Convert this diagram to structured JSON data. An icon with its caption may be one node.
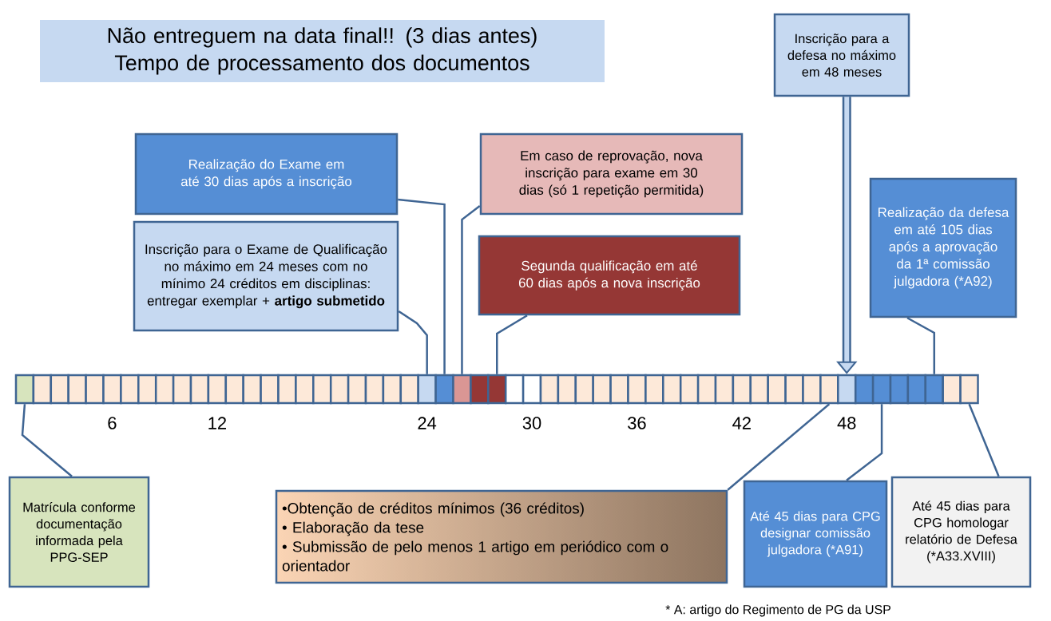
{
  "diagram": {
    "nodes": [
      {
        "text": [
          "Não entreguem na data final!! (3 dias antes)",
          "Tempo de processamento dos documentos"
        ]
      },
      {
        "text": [
          "Inscrição para a defesa no máximo em 48 meses"
        ]
      },
      {
        "text": [
          "Realização do Exame em até 30 dias após a inscrição"
        ]
      },
      {
        "text": [
          "Em caso de reprovação, nova inscrição para exame em 30 dias (só 1 repetição permitida)"
        ]
      },
      {
        "text": [
          "Realização da defesa em até 105 dias após a aprovação da 1ª comissão julgadora (*A92)"
        ]
      },
      {
        "text": [
          "Inscrição para o Exame de Qualificação no máximo em 24 meses com no mínimo 24 créditos em disciplinas: entregar exemplar + **artigo submetido**"
        ]
      },
      {
        "text": [
          "Segunda qualificação em até 60 dias após a nova inscrição"
        ]
      },
      {
        "text": [],
        "shape": "box"
      },
      {
        "text": [],
        "shape": "box"
      },
      {
        "text": [],
        "shape": "box"
      },
      {
        "text": [],
        "shape": "box"
      },
      {
        "text": [],
        "shape": "box"
      },
      {
        "text": [],
        "shape": "box"
      },
      {
        "text": [],
        "shape": "box"
      },
      {
        "text": [],
        "shape": "box"
      },
      {
        "text": [],
        "shape": "box"
      },
      {
        "text": [],
        "shape": "box"
      },
      {
        "text": [],
        "shape": "box"
      },
      {
        "text": [],
        "shape": "box"
      },
      {
        "text": [],
        "shape": "box"
      },
      {
        "text": [],
        "shape": "box"
      },
      {
        "text": [],
        "shape": "box"
      },
      {
        "text": [],
        "shape": "box"
      },
      {
        "text": [],
        "shape": "box"
      },
      {
        "text": [],
        "shape": "box"
      },
      {
        "text": [],
        "shape": "box"
      },
      {
        "text": [],
        "shape": "box"
      },
      {
        "text": [],
        "shape": "box"
      },
      {
        "text": [],
        "shape": "box"
      },
      {
        "text": [],
        "shape": "box"
      },
      {
        "text": [],
        "shape": "box"
      },
      {
        "text": [],
        "shape": "box"
      },
      {
        "text": [],
        "shape": "box"
      },
      {
        "text": [],
        "shape": "box"
      },
      {
        "text": [],
        "shape": "box"
      },
      {
        "text": [],
        "shape": "box"
      },
      {
        "text": [],
        "shape": "box"
      },
      {
        "text": [],
        "shape": "box"
      },
      {
        "text": [],
        "shape": "box"
      },
      {
        "text": [],
        "shape": "box"
      },
      {
        "text": [],
        "shape": "box"
      },
      {
        "text": [],
        "shape": "box"
      },
      {
        "text": [],
        "shape": "box"
      },
      {
        "text": [],
        "shape": "box"
      },
      {
        "text": [],
        "shape": "box"
      },
      {
        "text": [],
        "shape": "box"
      },
      {
        "text": [],
        "shape": "box"
      },
      {
        "text": [],
        "shape": "box"
      },
      {
        "text": [],
        "shape": "box"
      },
      {
        "text": [],
        "shape": "box"
      },
      {
        "text": [],
        "shape": "box"
      },
      {
        "text": [],
        "shape": "box"
      },
      {
        "text": [],
        "shape": "box"
      },
      {
        "text": [],
        "shape": "box"
      },
      {
        "text": [],
        "shape": "box"
      },
      {
        "text": [],
        "shape": "box"
      },
      {
        "text": [],
        "shape": "box"
      },
      {
        "text": [],
        "shape": "box"
      },
      {
        "text": [],
        "shape": "box"
      },
      {
        "text": [],
        "shape": "box"
      },
      {
        "text": [],
        "shape": "box"
      },
      {
        "text": [],
        "shape": "box"
      },
      {
        "text": [
          "Matrícula conforme documentação informada pela PPG-SEP"
        ]
      },
      {
        "text": [
          "•Obtenção de créditos mínimos (36 créditos)",
          "• Elaboração da tese",
          "• Submissão de pelo menos 1 artigo em periódico com o orientador"
        ]
      },
      {
        "text": [
          "Até 45 dias para CPG designar comissão julgadora (*A91)"
        ]
      },
      {
        "text": [
          "Até 45 dias para CPG homologar relatório de Defesa (*A33.XVIII)"
        ]
      }
    ],
    "edges": [
      {
        "from": 5,
        "to": 30,
        "arrow": "none"
      },
      {
        "from": 2,
        "to": 31,
        "arrow": "none"
      },
      {
        "from": 3,
        "to": 32,
        "arrow": "none"
      },
      {
        "from": 6,
        "to": 34,
        "arrow": "none"
      },
      {
        "from": 1,
        "to": 54,
        "arrow": "to",
        "style": "thick"
      },
      {
        "from": 4,
        "to": 59,
        "arrow": "none"
      },
      {
        "from": 62,
        "to": 7,
        "arrow": "none"
      },
      {
        "from": 63,
        "to": 53,
        "arrow": "none"
      },
      {
        "from": 64,
        "to": 56,
        "arrow": "none"
      },
      {
        "from": 65,
        "to": 61,
        "arrow": "none"
      }
    ],
    "labels": [
      "6",
      "12",
      "24",
      "30",
      "36",
      "42",
      "48",
      "* A: artigo do Regimento de PG da USP"
    ]
  }
}
